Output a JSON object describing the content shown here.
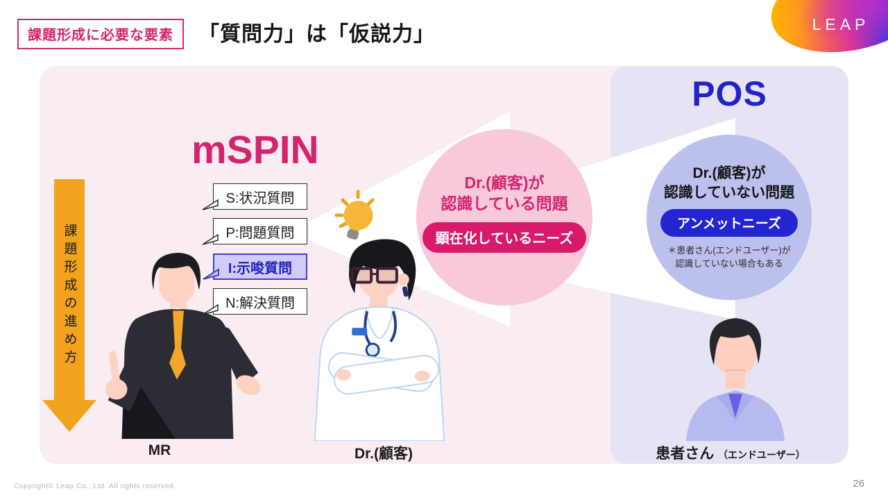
{
  "header": {
    "tag_label": "課題形成に必要な要素",
    "title": "「質問力」は「仮説力」",
    "logo_text": "LEAP"
  },
  "diagram": {
    "mspin_title": "mSPIN",
    "process_arrow_label": "課題形成の進め方",
    "question_bubbles": [
      {
        "label": "S:状況質問",
        "highlighted": false
      },
      {
        "label": "P:問題質問",
        "highlighted": false
      },
      {
        "label": "I:示唆質問",
        "highlighted": true
      },
      {
        "label": "N:解決質問",
        "highlighted": false
      }
    ],
    "known_problem_circle": {
      "line1": "Dr.(顧客)が",
      "line2": "認識している問題",
      "badge": "顕在化しているニーズ"
    },
    "pos": {
      "title": "POS",
      "circle_line1": "Dr.(顧客)が",
      "circle_line2": "認識していない問題",
      "badge": "アンメットニーズ",
      "note_line1": "＊患者さん(エンドユーザー)が",
      "note_line2": "認識していない場合もある"
    },
    "actors": [
      {
        "name": "MR"
      },
      {
        "name": "Dr.(顧客)"
      },
      {
        "name": "患者さん",
        "suffix": "（エンドユーザー）"
      }
    ]
  },
  "footer": {
    "copyright": "Copyright© Leap Co., Ltd.  All rights reserved.",
    "page_number": "26"
  },
  "colors": {
    "accent_magenta": "#d4246d",
    "badge_pink": "#d81a6b",
    "accent_blue": "#2222cb",
    "badge_blue": "#2326d0",
    "panel_pink": "#f9edf2",
    "panel_lavender": "#e6e4f4",
    "circle_pink": "#f8c8db",
    "circle_lavender": "#bcc0ec",
    "arrow_orange": "#f1a31f",
    "highlight_bubble_bg": "#cfcdf7"
  }
}
